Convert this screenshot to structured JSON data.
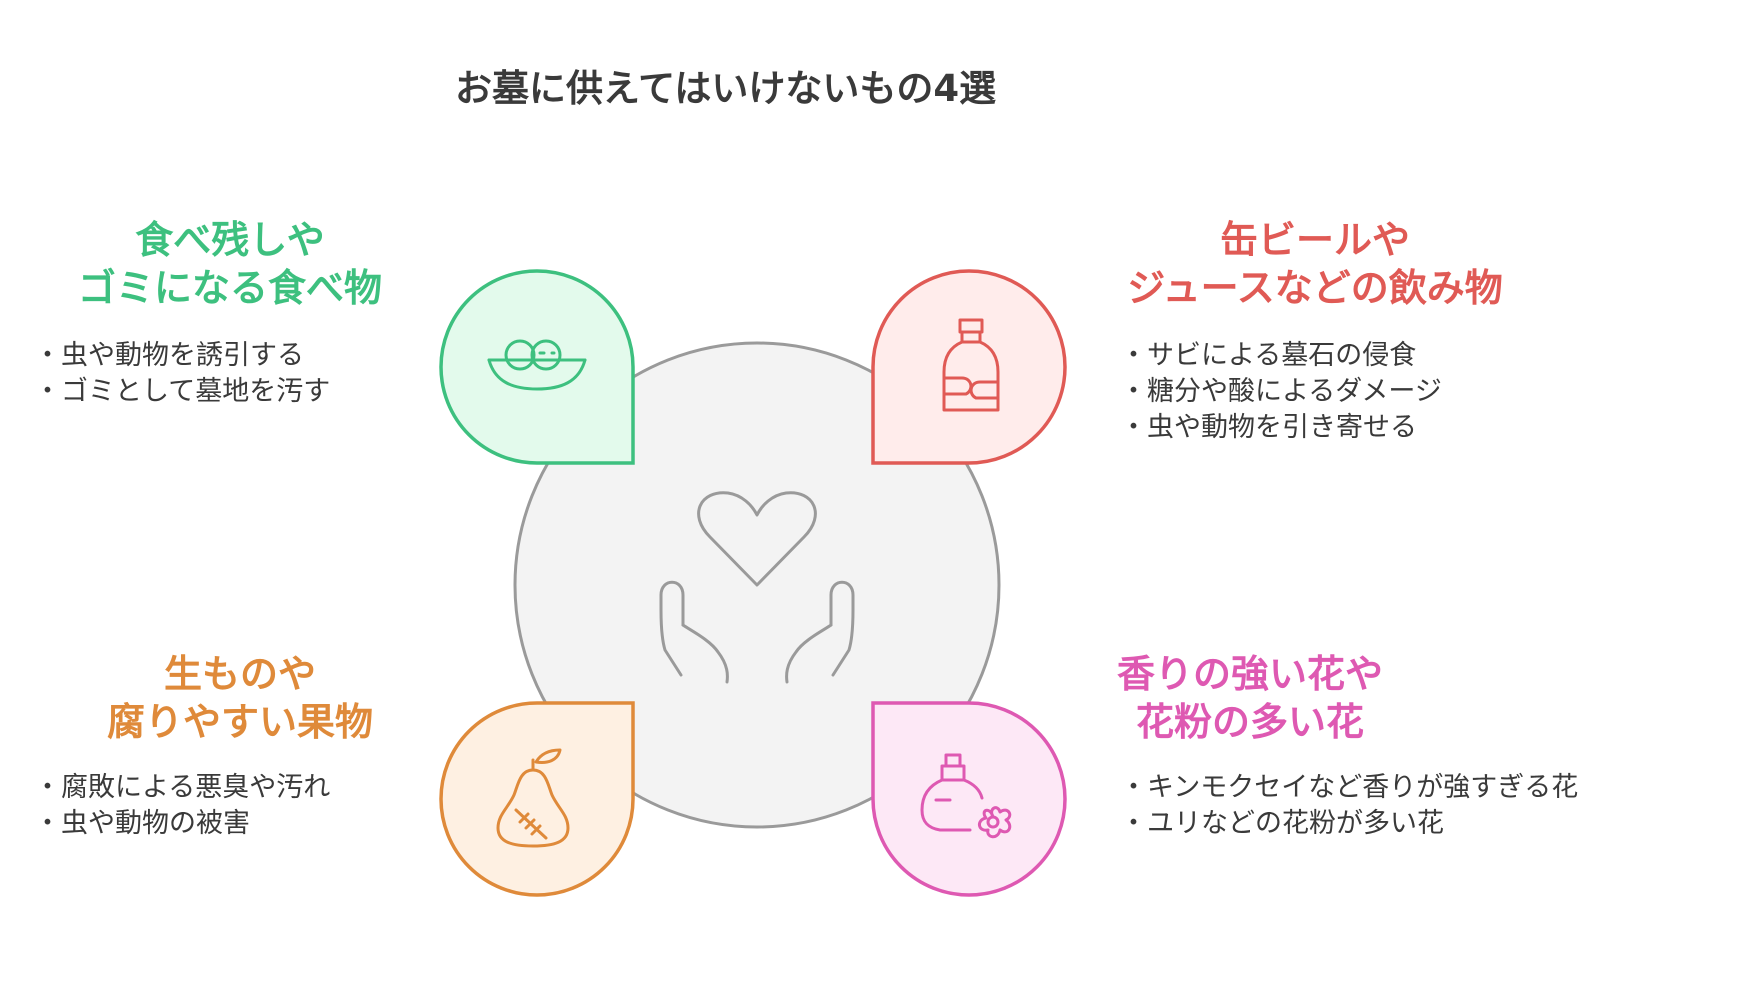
{
  "title": "お墓に供えてはいけないもの4選",
  "colors": {
    "green": "#3DC07F",
    "green_fill": "#E3FAEC",
    "red": "#E05A55",
    "red_fill": "#FFECEB",
    "orange": "#DF8A3A",
    "orange_fill": "#FEF0E2",
    "pink": "#DE59B2",
    "pink_fill": "#FDE8F6",
    "center_stroke": "#9A9A9A",
    "center_fill": "#F3F3F3"
  },
  "sections": [
    {
      "heading_line1": "食べ残しや",
      "heading_line2": "ゴミになる食べ物",
      "icon": "salad-bowl-icon",
      "bullets": [
        "虫や動物を誘引する",
        "ゴミとして墓地を汚す"
      ]
    },
    {
      "heading_line1": "缶ビールや",
      "heading_line2": "ジュースなどの飲み物",
      "icon": "bottle-icon",
      "bullets": [
        "サビによる墓石の侵食",
        "糖分や酸によるダメージ",
        "虫や動物を引き寄せる"
      ]
    },
    {
      "heading_line1": "生ものや",
      "heading_line2": "腐りやすい果物",
      "icon": "rotten-pear-icon",
      "bullets": [
        "腐敗による悪臭や汚れ",
        "虫や動物の被害"
      ]
    },
    {
      "heading_line1": "香りの強い花や",
      "heading_line2": "花粉の多い花",
      "icon": "perfume-flower-icon",
      "bullets": [
        "キンモクセイなど香りが強すぎる花",
        "ユリなどの花粉が多い花"
      ]
    }
  ],
  "center_icon": "heart-hands-icon"
}
